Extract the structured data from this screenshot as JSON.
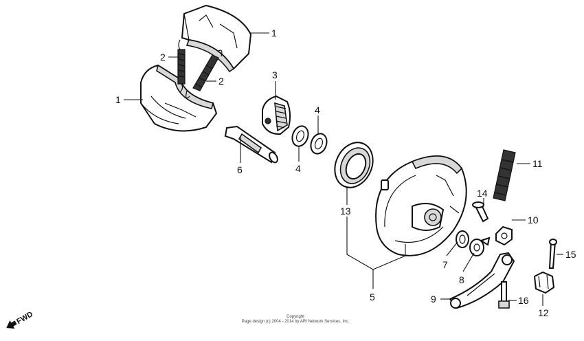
{
  "callouts": {
    "c1a": "1",
    "c1b": "1",
    "c2a": "2",
    "c2b": "2",
    "c3": "3",
    "c4a": "4",
    "c4b": "4",
    "c5": "5",
    "c6": "6",
    "c7": "7",
    "c8": "8",
    "c9": "9",
    "c10": "10",
    "c11": "11",
    "c12": "12",
    "c13": "13",
    "c14": "14",
    "c15": "15",
    "c16": "16"
  },
  "copyright": {
    "line1": "Copyright",
    "line2": "Page design (c) 2004 - 2014 by ARI Network Services, Inc."
  },
  "direction": "FWD"
}
